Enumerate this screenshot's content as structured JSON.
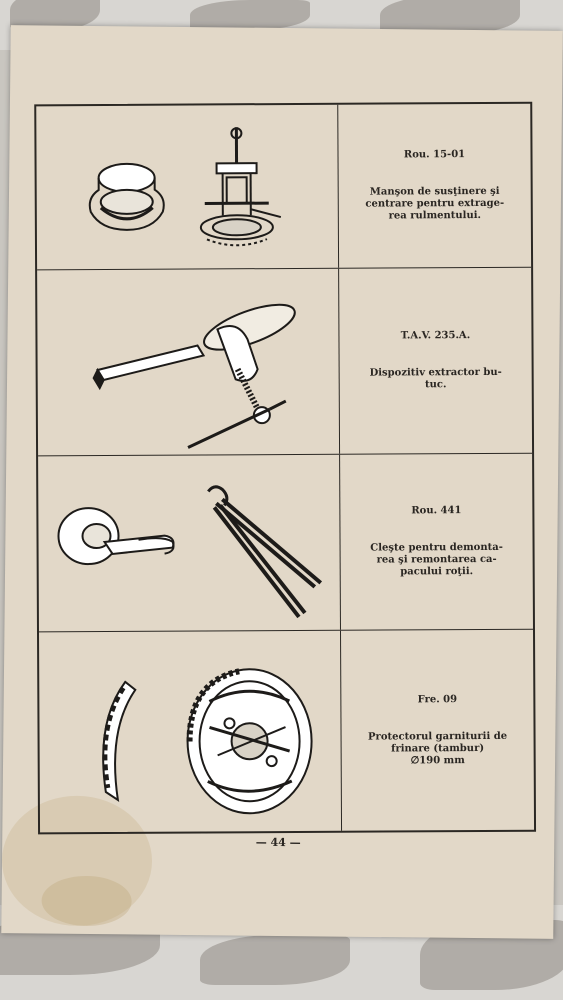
{
  "tools": [
    {
      "code": "Rou. 15-01",
      "description": "Manşon de susţinere şi\ncentrare pentru extrage-\nrea rulmentului."
    },
    {
      "code": "T.A.V. 235.A.",
      "description": "Dispozitiv extractor bu-\ntuc."
    },
    {
      "code": "Rou. 441",
      "description": "Cleşte pentru demonta-\nrea şi remontarea ca-\npacului roţii."
    },
    {
      "code": "Fre. 09",
      "description": "Protectorul garniturii de\nfrinare (tambur)\n∅190 mm"
    }
  ],
  "page_number": "— 44 —"
}
